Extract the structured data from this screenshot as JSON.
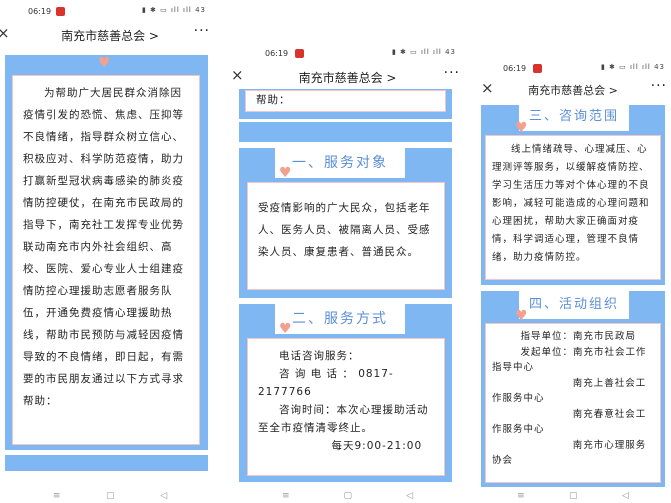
{
  "status": {
    "time": "06:19",
    "battery": "43"
  },
  "header": {
    "title": "南充市慈善总会 >",
    "close": "×",
    "more": "···"
  },
  "nav": {
    "menu": "≡",
    "home": "▢",
    "back": "◁"
  },
  "panel1": {
    "intro": "为帮助广大居民群众消除因疫情引发的恐慌、焦虑、压抑等不良情绪，指导群众树立信心、积极应对、科学防范疫情，助力打赢新型冠状病毒感染的肺炎疫情防控硬仗，在南充市民政局的指导下，南充社工发挥专业优势联动南充市内外社会组织、高校、医院、爱心专业人士组建疫情防控心理援助志愿者服务队伍，开通免费疫情心理援助热线，帮助市民预防与减轻因疫情导致的不良情绪，即日起，有需要的市民朋友通过以下方式寻求帮助："
  },
  "panel2": {
    "cut_text": "帮助：",
    "section1": {
      "title": "一、服务对象",
      "text": "受疫情影响的广大民众，包括老年人、医务人员、被隔离人员、受感染人员、康复患者、普通民众。"
    },
    "section2": {
      "title": "二、服务方式",
      "line1": "电话咨询服务：",
      "line2": "咨 询 电 话 ： 0817-2177766",
      "line3": "咨询时间：本次心理援助活动至全市疫情清零终止。",
      "line4": "每天9:00-21:00"
    }
  },
  "panel3": {
    "section3": {
      "title": "三、咨询范围",
      "text": "线上情绪疏导、心理减压、心理测评等服务，以缓解疫情防控、学习生活压力等对个体心理的不良影响，减轻可能造成的心理问题和心理困扰，帮助大家正确面对疫情，科学调适心理，管理不良情绪，助力疫情防控。"
    },
    "section4": {
      "title": "四、活动组织",
      "guide": "指导单位：南充市民政局",
      "initiator": "发起单位：南充市社会工作指导中心",
      "org1": "南充上善社会工作服务中心",
      "org2": "南充春意社会工作服务中心",
      "org3": "南充市心理服务协会"
    }
  }
}
